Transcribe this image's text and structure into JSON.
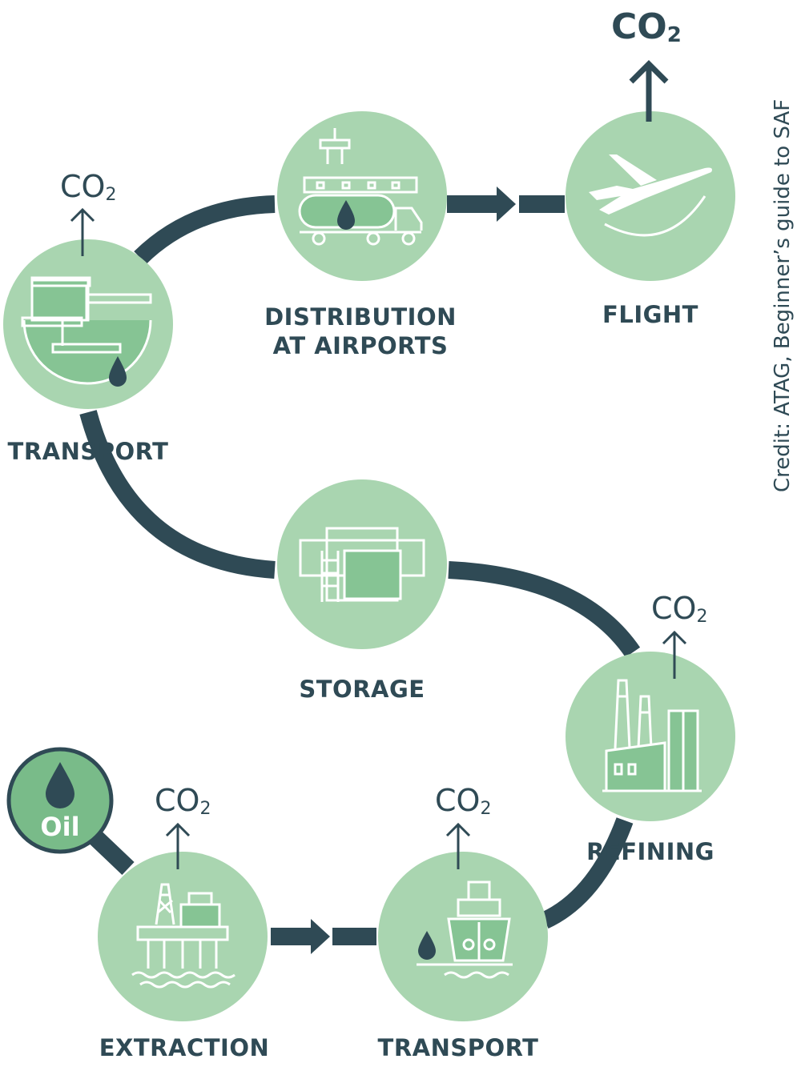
{
  "stages": {
    "extraction": "EXTRACTION",
    "transport_sea": "TRANSPORT",
    "refining": "REFINING",
    "storage": "STORAGE",
    "transport_pipeline": "TRANSPORT",
    "distribution_line1": "DISTRIBUTION",
    "distribution_line2": "AT AIRPORTS",
    "flight": "FLIGHT"
  },
  "emissions": {
    "label": "CO",
    "subscript": "2"
  },
  "oil_badge": "Oil",
  "credit": "Credit: ATAG, Beginner’s guide to SAF",
  "colors": {
    "circle_fill": "#a9d5b0",
    "icon_fill": "#86c494",
    "connector": "#2f4a55",
    "oil_badge": "#79bb89"
  }
}
